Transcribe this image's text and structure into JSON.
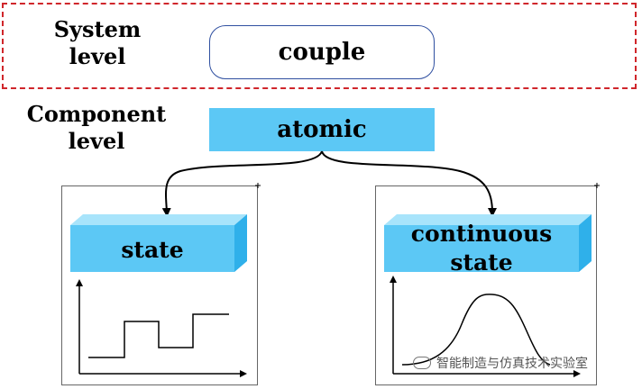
{
  "system_level": {
    "label_line1": "System",
    "label_line2": "level",
    "box": "couple"
  },
  "component_level": {
    "label_line1": "Component",
    "label_line2": "level",
    "box": "atomic"
  },
  "left_model": {
    "label": "state"
  },
  "right_model": {
    "label_line1": "continuous",
    "label_line2": "state"
  },
  "watermark": {
    "text": "智能制造与仿真技术实验室"
  },
  "colors": {
    "system_border": "#d0262b",
    "couple_border": "#2f4fa0",
    "block_fill": "#5cc8f5",
    "block_top": "#a8e4fb",
    "block_side": "#2fb0ea"
  }
}
